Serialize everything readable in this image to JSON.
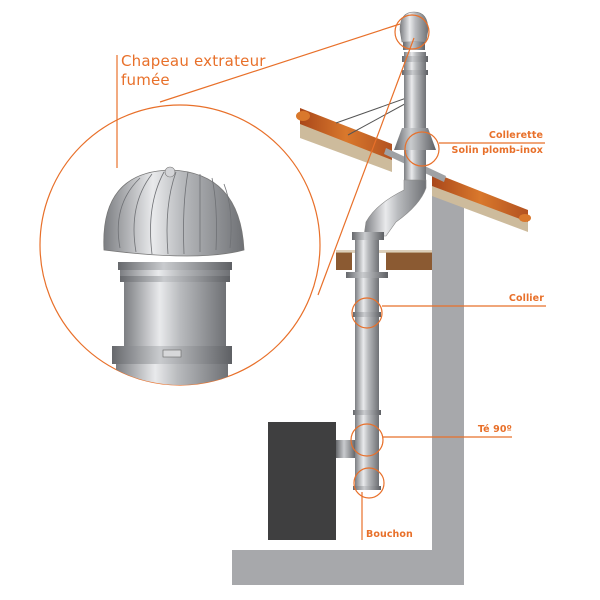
{
  "diagram": {
    "title_lines": [
      "Chapeau extrateur",
      "fumée"
    ],
    "labels": {
      "collerette": "Collerette",
      "solin": "Solin plomb-inox",
      "collier": "Collier",
      "te": "Té 90º",
      "bouchon": "Bouchon"
    },
    "colors": {
      "accent": "#e8702a",
      "wall": "#a7a8ab",
      "stove": "#3f3f40",
      "beam": "#8b5a32",
      "roof_tile": "#c8631e",
      "roof_underlay": "#cdbb9c",
      "steel_light": "#e4e5e7",
      "steel_dark": "#7c7e82"
    }
  }
}
